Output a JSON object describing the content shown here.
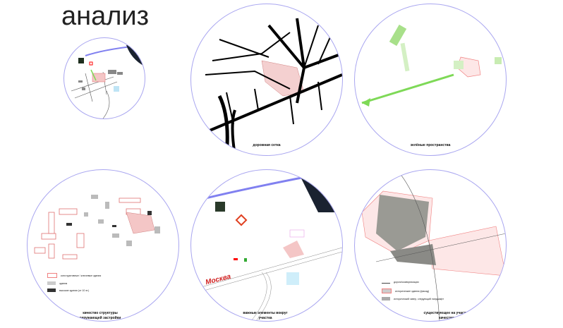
{
  "title": "анализ",
  "panels": [
    {
      "caption": ""
    },
    {
      "caption": "дорожная сетка"
    },
    {
      "caption": "зелёные пространства"
    },
    {
      "caption": "качество структуры окружающей застройки",
      "legend": [
        "конструктивные / ключевые здания",
        "здания",
        "высокие здания (от 10 эт.)"
      ]
    },
    {
      "caption": "важные элементы вокруг участка",
      "sign": "Москва"
    },
    {
      "caption": "существующее на участке качество",
      "legend": [
        "дороги/коммуникации",
        "исторические здания (фасад)",
        "исторический сквер, следующий ландшафт"
      ]
    }
  ],
  "colors": {
    "circle": "#a9a6f0",
    "site": "#f08080",
    "green": "#7ed957"
  }
}
